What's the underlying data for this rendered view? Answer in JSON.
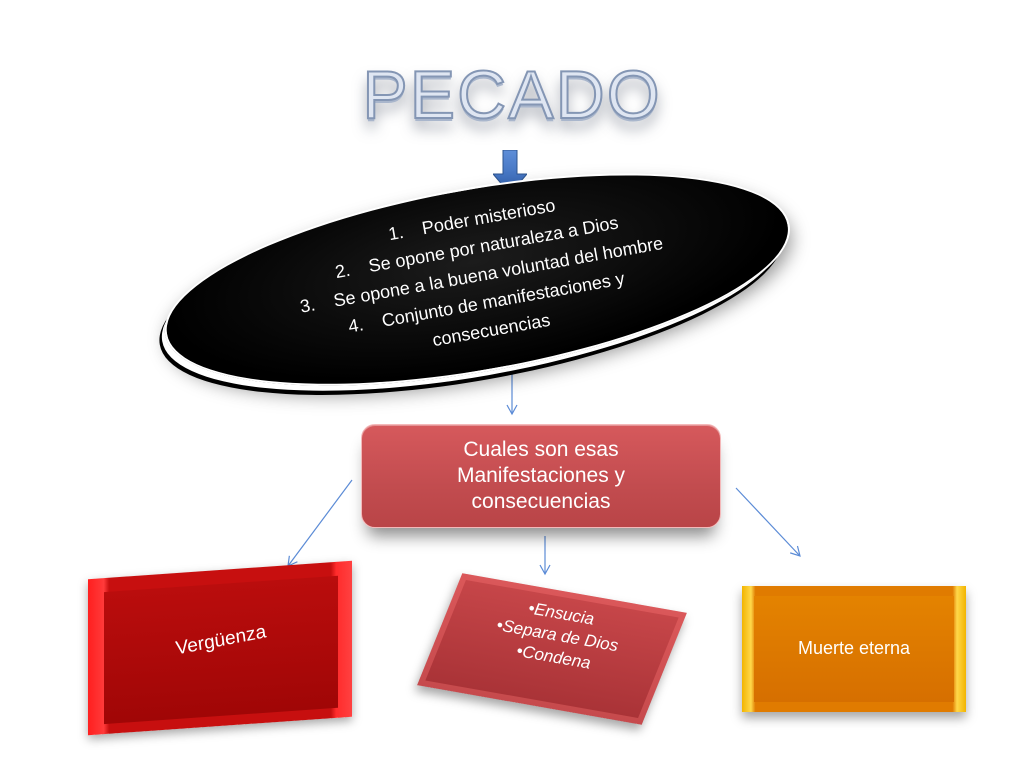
{
  "title": "PECADO",
  "definition_items": [
    {
      "num": "1.",
      "text": "Poder misterioso"
    },
    {
      "num": "2.",
      "text": "Se opone por naturaleza a Dios"
    },
    {
      "num": "3.",
      "text": "Se opone a la buena voluntad del hombre"
    },
    {
      "num": "4.",
      "text": "Conjunto de manifestaciones y"
    },
    {
      "num": "",
      "text": "consecuencias"
    }
  ],
  "center_box": {
    "line1": "Cuales son esas",
    "line2": "Manifestaciones y",
    "line3": "consecuencias"
  },
  "outcomes": {
    "left": "Vergüenza",
    "middle": [
      "•Ensucia",
      "•Separa de Dios",
      "•Condena"
    ],
    "right": "Muerte eterna"
  },
  "colors": {
    "arrow": "#4472c4",
    "connector": "#5b8bd6",
    "ellipse": "#000000",
    "center_box": "#c9484b",
    "left_box": "#c00000",
    "right_box": "#e07b00"
  }
}
